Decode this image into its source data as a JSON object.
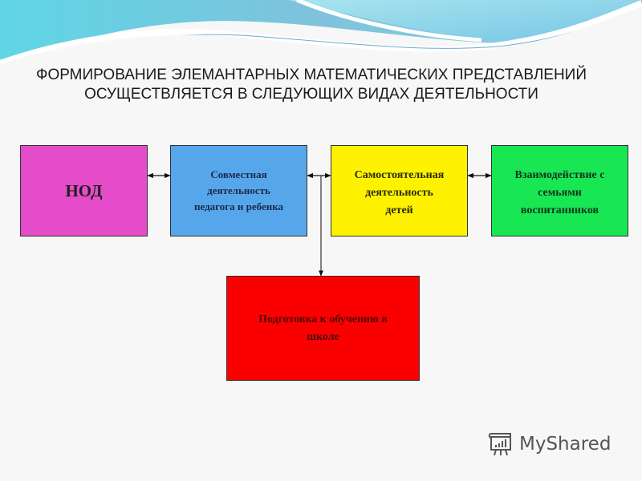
{
  "slide": {
    "title_line1": "ФОРМИРОВАНИЕ ЭЛЕМАНТАРНЫХ МАТЕМАТИЧЕСКИХ ПРЕДСТАВЛЕНИЙ",
    "title_line2": "ОСУЩЕСТВЛЯЕТСЯ В СЛЕДУЮЩИХ ВИДАХ ДЕЯТЕЛЬНОСТИ"
  },
  "boxes": {
    "nod": {
      "label": "НОД",
      "color": "#e44cc9"
    },
    "joint": {
      "lines": [
        "Совместная",
        "деятельность",
        "педагога и ребенка"
      ],
      "color": "#56a6ec"
    },
    "independent": {
      "lines": [
        "Самостоятельная",
        "деятельность",
        "детей"
      ],
      "color": "#fff200"
    },
    "family": {
      "lines": [
        "Взаимодействие  с",
        "семьями",
        "воспитанников"
      ],
      "color": "#18e653"
    },
    "school": {
      "lines": [
        "Подготовка к обучению в",
        "школе"
      ],
      "color": "#fb0000"
    }
  },
  "connectors": [
    {
      "from": "nod",
      "to": "joint",
      "type": "bidirectional"
    },
    {
      "from": "joint",
      "to": "independent",
      "type": "bidirectional"
    },
    {
      "from": "independent",
      "to": "family",
      "type": "bidirectional"
    },
    {
      "from": "joint-independent-link",
      "to": "school",
      "type": "arrow-down"
    }
  ],
  "watermark": {
    "text": "MyShared"
  }
}
